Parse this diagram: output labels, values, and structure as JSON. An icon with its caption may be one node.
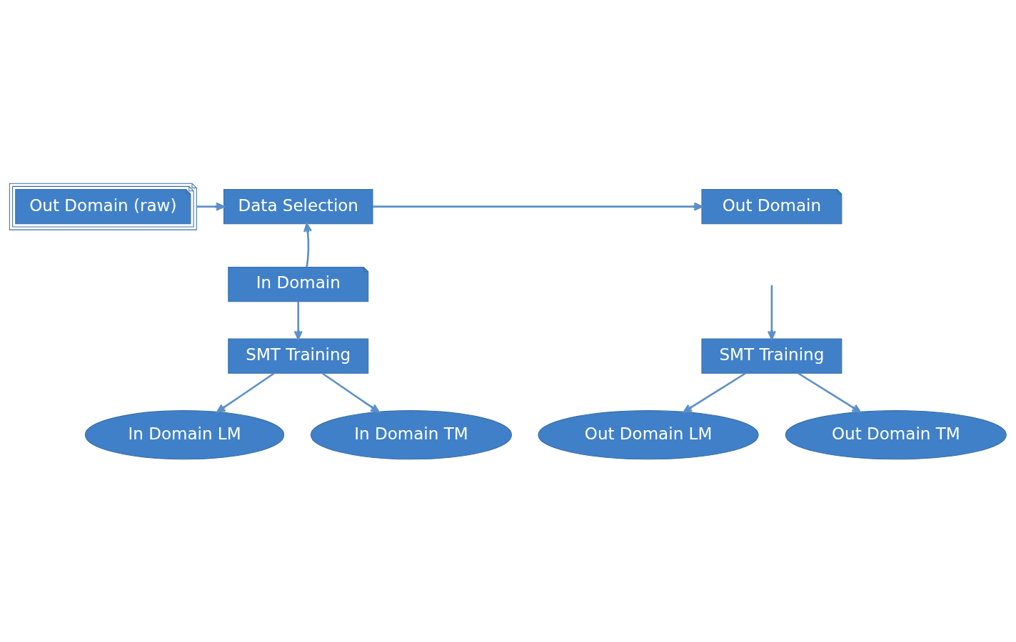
{
  "diagram": {
    "nodes": [
      {
        "text": [
          "Out Domain (raw)"
        ]
      },
      {
        "text": [
          "Data Selection"
        ]
      },
      {
        "text": [
          "Out Domain"
        ]
      },
      {
        "text": [
          "In Domain"
        ]
      },
      {
        "text": [
          "SMT Training"
        ]
      },
      {
        "text": [
          "SMT Training"
        ]
      },
      {
        "text": [
          "In Domain LM"
        ]
      },
      {
        "text": [
          "In Domain TM"
        ]
      },
      {
        "text": [
          "Out Domain LM"
        ]
      },
      {
        "text": [
          "Out Domain TM"
        ]
      }
    ],
    "edges": [
      {
        "from": 0,
        "to": 1,
        "arrow": "to"
      },
      {
        "from": 1,
        "to": 2,
        "arrow": "to"
      },
      {
        "from": 3,
        "to": 1,
        "arrow": "to"
      },
      {
        "from": 3,
        "to": 4,
        "arrow": "to"
      },
      {
        "from": null,
        "to": 5,
        "arrow": "to"
      },
      {
        "from": 4,
        "to": 6,
        "arrow": "to"
      },
      {
        "from": 4,
        "to": 7,
        "arrow": "to"
      },
      {
        "from": 5,
        "to": 8,
        "arrow": "to"
      },
      {
        "from": 5,
        "to": 9,
        "arrow": "to"
      }
    ]
  }
}
